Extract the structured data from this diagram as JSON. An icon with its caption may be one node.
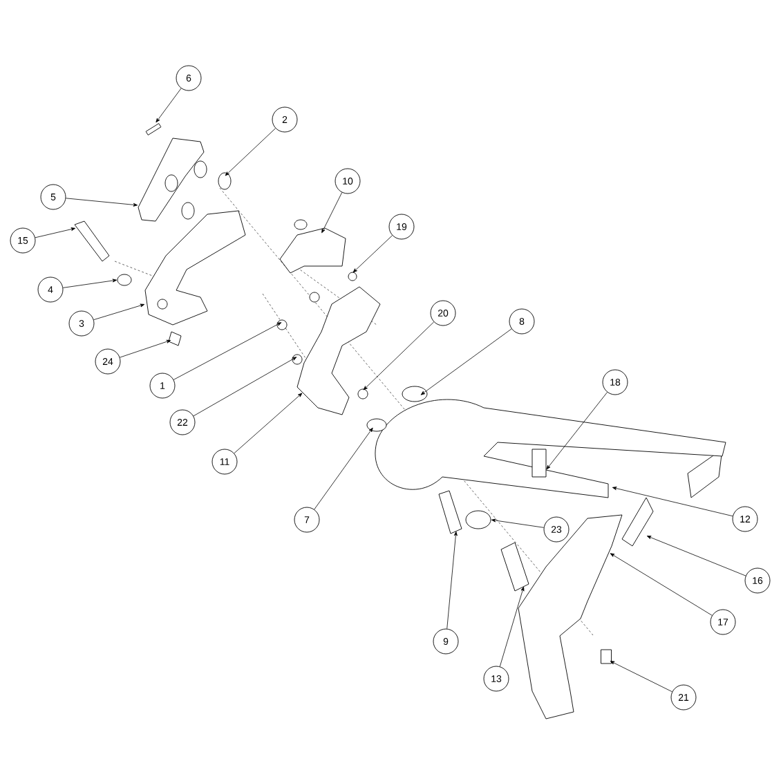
{
  "diagram": {
    "nodes": [
      {
        "text": [
          "6"
        ]
      },
      {
        "text": [
          "2"
        ]
      },
      {
        "text": [
          "10"
        ]
      },
      {
        "text": [
          "5"
        ]
      },
      {
        "text": [
          "19"
        ]
      },
      {
        "text": [
          "15"
        ]
      },
      {
        "text": [
          "4"
        ]
      },
      {
        "text": [
          "20"
        ]
      },
      {
        "text": [
          "8"
        ]
      },
      {
        "text": [
          "3"
        ]
      },
      {
        "text": [
          "24"
        ]
      },
      {
        "text": [
          "18"
        ]
      },
      {
        "text": [
          "1"
        ]
      },
      {
        "text": [
          "22"
        ]
      },
      {
        "text": [
          "11"
        ]
      },
      {
        "text": [
          "12"
        ]
      },
      {
        "text": [
          "7"
        ]
      },
      {
        "text": [
          "23"
        ]
      },
      {
        "text": [
          "16"
        ]
      },
      {
        "text": [
          "17"
        ]
      },
      {
        "text": [
          "9"
        ]
      },
      {
        "text": [
          "13"
        ]
      },
      {
        "text": [
          "21"
        ]
      },
      {
        "text": [],
        "shape": "box"
      },
      {
        "text": [],
        "shape": "circle"
      },
      {
        "text": [],
        "shape": "picture"
      },
      {
        "text": [],
        "shape": "picture"
      },
      {
        "text": [],
        "shape": "circle"
      },
      {
        "text": [],
        "shape": "picture"
      },
      {
        "text": [],
        "shape": "circle"
      },
      {
        "text": [],
        "shape": "circle"
      },
      {
        "text": [],
        "shape": "circle"
      },
      {
        "text": [],
        "shape": "picture"
      },
      {
        "text": [],
        "shape": "picture"
      },
      {
        "text": [],
        "shape": "box"
      },
      {
        "text": [],
        "shape": "circle"
      },
      {
        "text": [],
        "shape": "circle"
      },
      {
        "text": [],
        "shape": "picture"
      },
      {
        "text": [],
        "shape": "picture"
      },
      {
        "text": [],
        "shape": "circle"
      },
      {
        "text": [],
        "shape": "circle"
      },
      {
        "text": [],
        "shape": "picture"
      },
      {
        "text": [],
        "shape": "picture"
      },
      {
        "text": [],
        "shape": "picture"
      },
      {
        "text": [],
        "shape": "picture"
      },
      {
        "text": [],
        "shape": "box"
      }
    ],
    "edges": [
      {
        "from": 0,
        "to": 23,
        "arrow": "to"
      },
      {
        "from": 1,
        "to": 24,
        "arrow": "to"
      },
      {
        "from": 2,
        "to": 25,
        "arrow": "to"
      },
      {
        "from": 3,
        "to": 26,
        "arrow": "to"
      },
      {
        "from": 4,
        "to": 27,
        "arrow": "to"
      },
      {
        "from": 5,
        "to": 28,
        "arrow": "to"
      },
      {
        "from": 6,
        "to": 29,
        "arrow": "to"
      },
      {
        "from": 7,
        "to": 30,
        "arrow": "to"
      },
      {
        "from": 8,
        "to": 31,
        "arrow": "to"
      },
      {
        "from": 9,
        "to": 32,
        "arrow": "to"
      },
      {
        "from": 10,
        "to": 33,
        "arrow": "to"
      },
      {
        "from": 11,
        "to": 34,
        "arrow": "to"
      },
      {
        "from": 12,
        "to": 35,
        "arrow": "to"
      },
      {
        "from": 13,
        "to": 36,
        "arrow": "to"
      },
      {
        "from": 14,
        "to": 37,
        "arrow": "to"
      },
      {
        "from": 15,
        "to": 38,
        "arrow": "to"
      },
      {
        "from": 16,
        "to": 39,
        "arrow": "to"
      },
      {
        "from": 17,
        "to": 40,
        "arrow": "to"
      },
      {
        "from": 18,
        "to": 41,
        "arrow": "to"
      },
      {
        "from": 19,
        "to": 42,
        "arrow": "to"
      },
      {
        "from": 20,
        "to": 43,
        "arrow": "to"
      },
      {
        "from": 21,
        "to": 44,
        "arrow": "to"
      },
      {
        "from": 22,
        "to": 45,
        "arrow": "to"
      }
    ]
  }
}
